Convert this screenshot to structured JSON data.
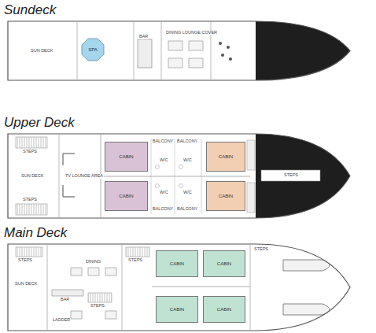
{
  "diagram": {
    "nodes": [
      {
        "text": [
          "Sundeck"
        ]
      },
      {
        "text": [
          "SPA"
        ],
        "in": 0
      },
      {
        "text": [
          "Upper Deck"
        ]
      },
      {
        "text": [
          "CABIN"
        ],
        "in": 2
      },
      {
        "text": [
          "CABIN"
        ],
        "in": 2
      },
      {
        "text": [
          "CABIN"
        ],
        "in": 2
      },
      {
        "text": [
          "CABIN"
        ],
        "in": 2
      },
      {
        "text": [
          "Main Deck"
        ]
      },
      {
        "text": [
          "CABIN"
        ],
        "in": 7
      },
      {
        "text": [
          "CABIN"
        ],
        "in": 7
      },
      {
        "text": [
          "CABIN"
        ],
        "in": 7
      },
      {
        "text": [
          "CABIN"
        ],
        "in": 7
      }
    ],
    "labels": [
      "SUN DECK",
      "BAR",
      "DINING LOUNGE COVER",
      "STEPS",
      "SUN DECK",
      "STEPS",
      "TV LOUNGE AREA",
      "BALCONY",
      "BALCONY",
      "BALCONY",
      "BALCONY",
      "W/C",
      "W/C",
      "W/C",
      "W/C",
      "STEPS",
      "STEPS",
      "SUN DECK",
      "DINING",
      "BAR",
      "STEPS",
      "LADDER",
      "STEPS",
      "STEPS"
    ]
  }
}
